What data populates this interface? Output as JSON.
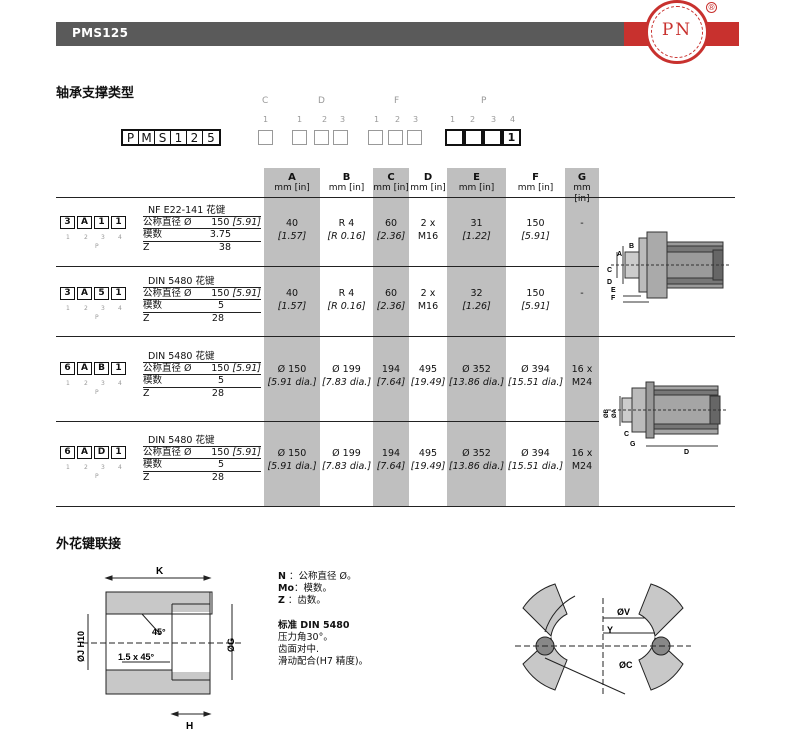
{
  "header": {
    "model": "PMS125",
    "logo_text": "PN",
    "logo_reg": "®"
  },
  "section1": {
    "title": "轴承支撑类型"
  },
  "code_groups": [
    {
      "letter": "C",
      "indices": [
        "1"
      ]
    },
    {
      "letter": "D",
      "indices": [
        "1",
        "2",
        "3"
      ]
    },
    {
      "letter": "F",
      "indices": [
        "1",
        "2",
        "3"
      ]
    },
    {
      "letter": "P",
      "indices": [
        "1",
        "2",
        "3",
        "4"
      ]
    }
  ],
  "code_prefix": [
    "P",
    "M",
    "S",
    "1",
    "2",
    "5"
  ],
  "code_p_last": "1",
  "columns": [
    {
      "letter": "A",
      "unit": "mm [in]"
    },
    {
      "letter": "B",
      "unit": "mm [in]"
    },
    {
      "letter": "C",
      "unit": "mm [in]"
    },
    {
      "letter": "D",
      "unit": "mm [in]"
    },
    {
      "letter": "E",
      "unit": "mm [in]"
    },
    {
      "letter": "F",
      "unit": "mm [in]"
    },
    {
      "letter": "G",
      "unit": "mm [in]"
    }
  ],
  "rows": [
    {
      "code": [
        "3",
        "A",
        "1",
        "1"
      ],
      "idx": [
        "1",
        "2",
        "3",
        "4"
      ],
      "p": "P",
      "title": "NF E22-141 花键",
      "params": [
        {
          "label": "公称直径 Ø",
          "value": "150",
          "value_in": "[5.91]"
        },
        {
          "label": "模数",
          "value": "3.75",
          "value_in": ""
        },
        {
          "label": "Z",
          "value": "38",
          "value_in": ""
        }
      ],
      "values": [
        {
          "mm": "40",
          "in": "[1.57]"
        },
        {
          "mm": "R 4",
          "in": "[R 0.16]"
        },
        {
          "mm": "60",
          "in": "[2.36]"
        },
        {
          "mm": "2 x",
          "in": "M16"
        },
        {
          "mm": "31",
          "in": "[1.22]"
        },
        {
          "mm": "150",
          "in": "[5.91]"
        },
        {
          "mm": "-",
          "in": ""
        }
      ]
    },
    {
      "code": [
        "3",
        "A",
        "5",
        "1"
      ],
      "idx": [
        "1",
        "2",
        "3",
        "4"
      ],
      "p": "P",
      "title": "DIN 5480 花键",
      "params": [
        {
          "label": "公称直径 Ø",
          "value": "150",
          "value_in": "[5.91]"
        },
        {
          "label": "模数",
          "value": "5",
          "value_in": ""
        },
        {
          "label": "Z",
          "value": "28",
          "value_in": ""
        }
      ],
      "values": [
        {
          "mm": "40",
          "in": "[1.57]"
        },
        {
          "mm": "R 4",
          "in": "[R 0.16]"
        },
        {
          "mm": "60",
          "in": "[2.36]"
        },
        {
          "mm": "2 x",
          "in": "M16"
        },
        {
          "mm": "32",
          "in": "[1.26]"
        },
        {
          "mm": "150",
          "in": "[5.91]"
        },
        {
          "mm": "-",
          "in": ""
        }
      ]
    },
    {
      "code": [
        "6",
        "A",
        "B",
        "1"
      ],
      "idx": [
        "1",
        "2",
        "3",
        "4"
      ],
      "p": "P",
      "title": "DIN 5480 花键",
      "params": [
        {
          "label": "公称直径 Ø",
          "value": "150",
          "value_in": "[5.91]"
        },
        {
          "label": "模数",
          "value": "5",
          "value_in": ""
        },
        {
          "label": "Z",
          "value": "28",
          "value_in": ""
        }
      ],
      "values": [
        {
          "mm": "Ø 150",
          "in": "[5.91 dia.]"
        },
        {
          "mm": "Ø 199",
          "in": "[7.83 dia.]"
        },
        {
          "mm": "194",
          "in": "[7.64]"
        },
        {
          "mm": "495",
          "in": "[19.49]"
        },
        {
          "mm": "Ø 352",
          "in": "[13.86 dia.]"
        },
        {
          "mm": "Ø 394",
          "in": "[15.51 dia.]"
        },
        {
          "mm": "16 x",
          "in": "M24"
        }
      ]
    },
    {
      "code": [
        "6",
        "A",
        "D",
        "1"
      ],
      "idx": [
        "1",
        "2",
        "3",
        "4"
      ],
      "p": "P",
      "title": "DIN 5480 花键",
      "params": [
        {
          "label": "公称直径 Ø",
          "value": "150",
          "value_in": "[5.91]"
        },
        {
          "label": "模数",
          "value": "5",
          "value_in": ""
        },
        {
          "label": "Z",
          "value": "28",
          "value_in": ""
        }
      ],
      "values": [
        {
          "mm": "Ø 150",
          "in": "[5.91 dia.]"
        },
        {
          "mm": "Ø 199",
          "in": "[7.83 dia.]"
        },
        {
          "mm": "194",
          "in": "[7.64]"
        },
        {
          "mm": "495",
          "in": "[19.49]"
        },
        {
          "mm": "Ø 352",
          "in": "[13.86 dia.]"
        },
        {
          "mm": "Ø 394",
          "in": "[15.51 dia.]"
        },
        {
          "mm": "16 x",
          "in": "M24"
        }
      ]
    }
  ],
  "diagram1_labels": [
    "B",
    "A",
    "C",
    "D",
    "E",
    "F"
  ],
  "diagram2_labels": [
    "ØB",
    "ØA",
    "C",
    "G",
    "D"
  ],
  "section2": {
    "title": "外花键联接"
  },
  "spline_drawing": {
    "k": "K",
    "h": "H",
    "angle": "45°",
    "chamfer": "1.5 x 45°",
    "dj": "ØJ H10",
    "dg": "ØG"
  },
  "notes": {
    "n_key": "N",
    "n_text": "：公称直径 Ø。",
    "mo_key": "Mo",
    "mo_text": "：模数。",
    "z_key": "Z",
    "z_text": "：齿数。",
    "std_title": "标准  DIN 5480",
    "line1": "压力角30°。",
    "line2": "齿面对中.",
    "line3": "滑动配合(H7 精度)。"
  },
  "gear_drawing": {
    "v": "ØV",
    "y": "Y",
    "c": "ØC"
  }
}
